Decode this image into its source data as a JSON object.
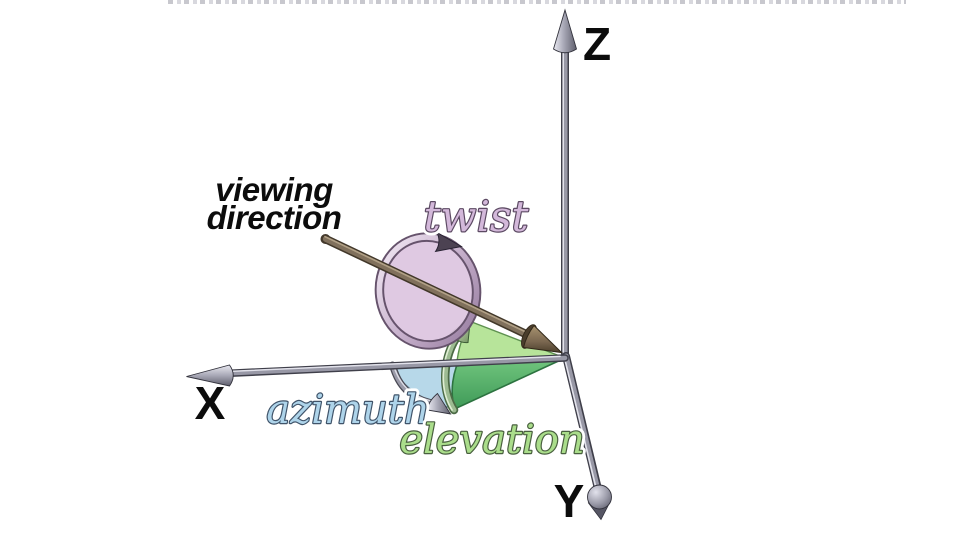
{
  "diagram": {
    "type": "3d-viewing-geometry",
    "labels": {
      "viewing_direction_line1": "viewing",
      "viewing_direction_line2": "direction",
      "twist": "twist",
      "azimuth": "azimuth",
      "elevation": "elevation",
      "axis_x": "X",
      "axis_y": "Y",
      "axis_z": "Z"
    },
    "colors": {
      "background": "#ffffff",
      "axis_metal": "#9898a6",
      "axis_edge": "#3f3f4a",
      "viewing_rod": "#80705c",
      "viewing_arrowhead": "#5a4a36",
      "twist_fill": "#ddc6e0",
      "twist_ring": "#9c82a4",
      "twist_label_fill": "#d3b8da",
      "twist_label_stroke": "#5c4a63",
      "azimuth_fill": "#b7d8e9",
      "azimuth_label_fill": "#aed4ea",
      "azimuth_label_stroke": "#40546a",
      "elevation_light": "#b7e49a",
      "elevation_dark": "#58b56c",
      "elevation_label_fill": "#aadd8b",
      "elevation_label_stroke": "#49603f",
      "label_text": "#0c0c0c"
    }
  }
}
